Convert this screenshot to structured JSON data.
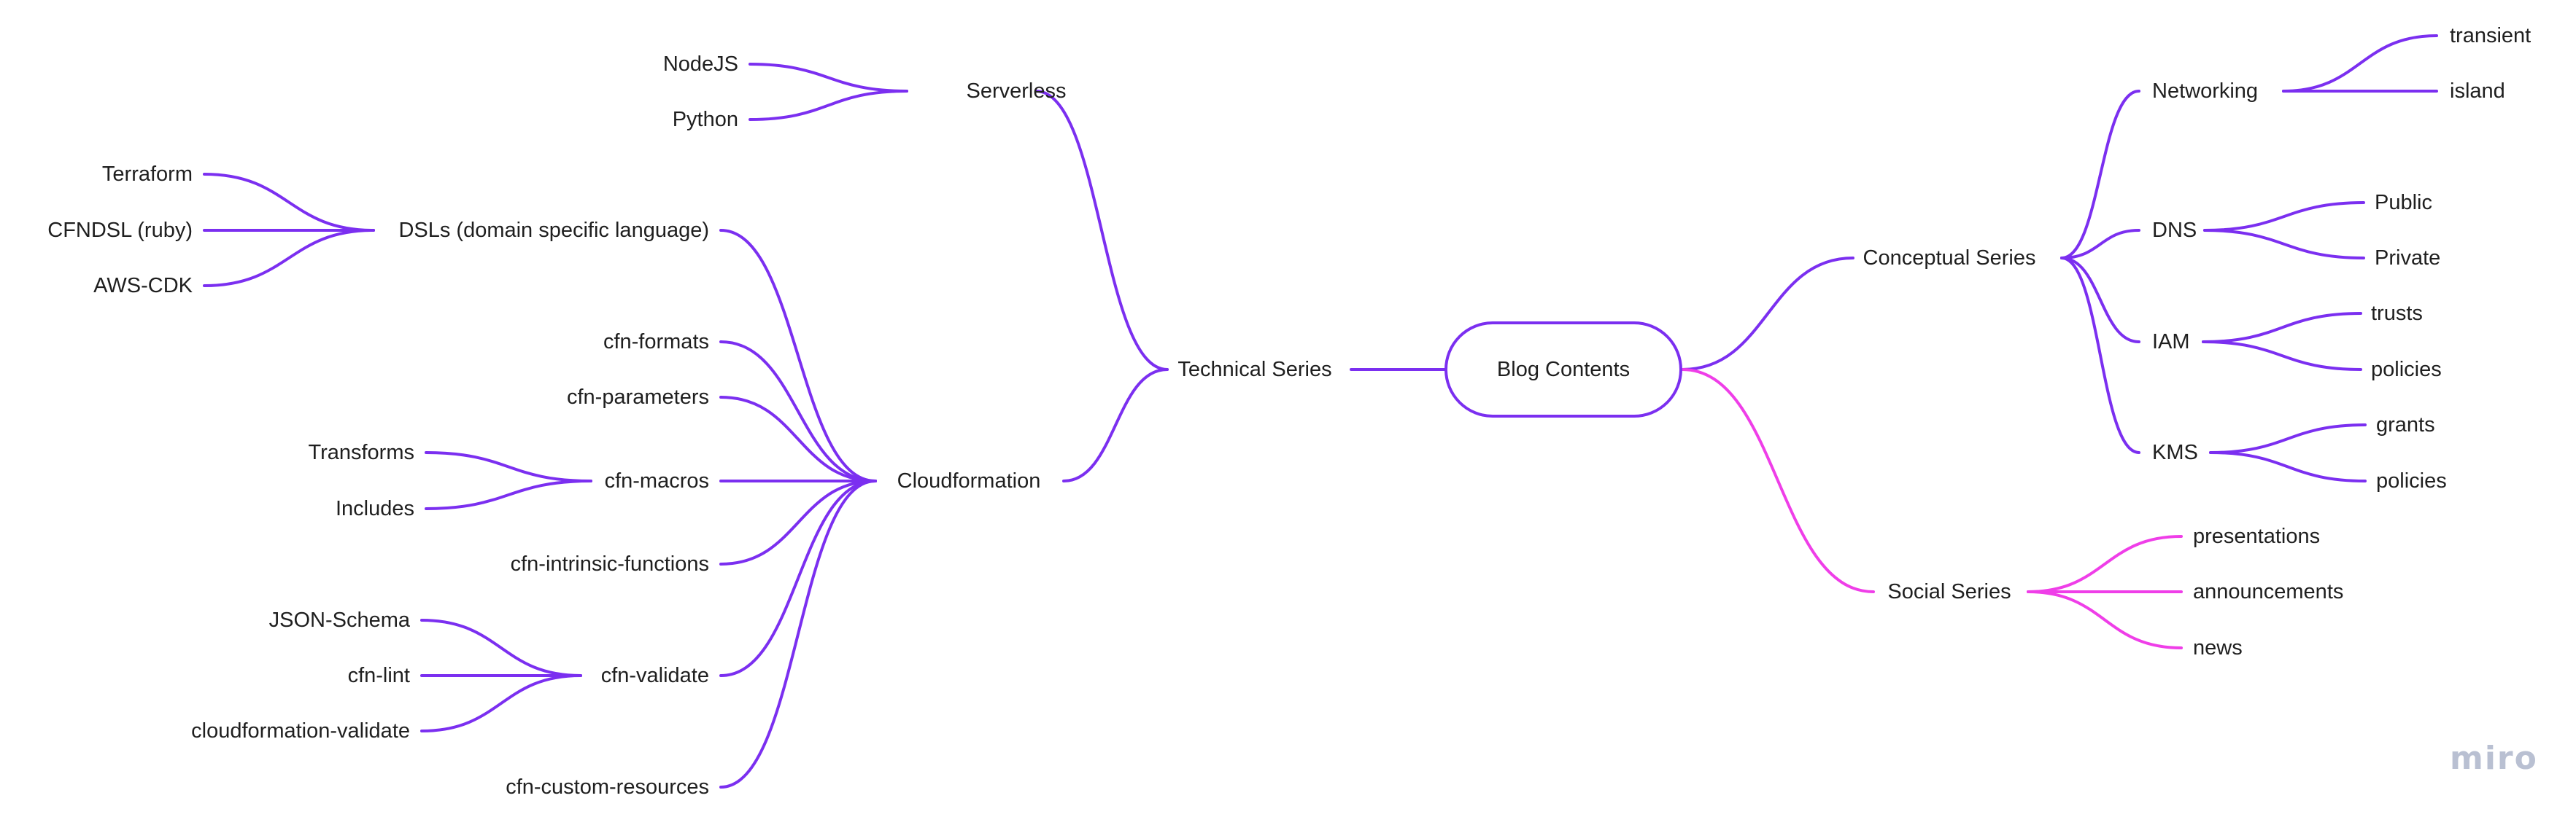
{
  "colors": {
    "technical": "#7b2ff0",
    "conceptual": "#7b2ff0",
    "social": "#ef3ee8",
    "text": "#1f1f1f",
    "logo": "#b9c0d2"
  },
  "root": {
    "label": "Blog Contents"
  },
  "technical": {
    "label": "Technical Series",
    "serverless": {
      "label": "Serverless",
      "children": [
        "NodeJS",
        "Python"
      ]
    },
    "cloudformation": {
      "label": "Cloudformation",
      "dsls": {
        "label": "DSLs (domain specific language)",
        "children": [
          "Terraform",
          "CFNDSL (ruby)",
          "AWS-CDK"
        ]
      },
      "formats": "cfn-formats",
      "parameters": "cfn-parameters",
      "macros": {
        "label": "cfn-macros",
        "children": [
          "Transforms",
          "Includes"
        ]
      },
      "intrinsic": "cfn-intrinsic-functions",
      "validate": {
        "label": "cfn-validate",
        "children": [
          "JSON-Schema",
          "cfn-lint",
          "cloudformation-validate"
        ]
      },
      "custom": "cfn-custom-resources"
    }
  },
  "conceptual": {
    "label": "Conceptual Series",
    "networking": {
      "label": "Networking",
      "children": [
        "transient",
        "island"
      ]
    },
    "dns": {
      "label": "DNS",
      "children": [
        "Public",
        "Private"
      ]
    },
    "iam": {
      "label": "IAM",
      "children": [
        "trusts",
        "policies"
      ]
    },
    "kms": {
      "label": "KMS",
      "children": [
        "grants",
        "policies"
      ]
    }
  },
  "social": {
    "label": "Social Series",
    "children": [
      "presentations",
      "announcements",
      "news"
    ]
  },
  "logo": {
    "text": "miro"
  }
}
